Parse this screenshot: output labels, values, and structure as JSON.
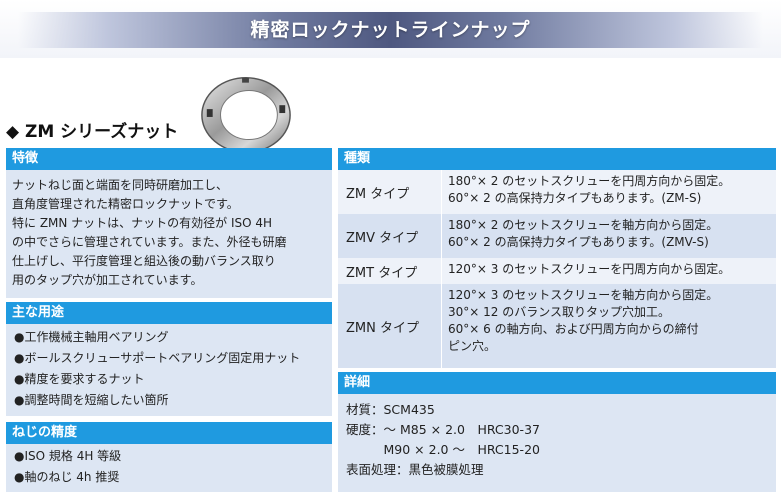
{
  "banner": {
    "title": "精密ロックナットラインナップ"
  },
  "series_title": "◆ ZM シリーズナット",
  "features": {
    "header": "特徴",
    "lines": [
      "ナットねじ面と端面を同時研磨加工し、",
      "直角度管理された精密ロックナットです。",
      "特に ZMN ナットは、ナットの有効径が ISO 4H",
      "の中でさらに管理されています。また、外径も研磨",
      "仕上げし、平行度管理と組込後の動バランス取り",
      "用のタップ穴が加工されています。"
    ]
  },
  "uses": {
    "header": "主な用途",
    "items": [
      "●工作機械主軸用ベアリング",
      "●ボールスクリューサポートベアリング固定用ナット",
      "●精度を要求するナット",
      "●調整時間を短縮したい箇所"
    ]
  },
  "thread": {
    "header": "ねじの精度",
    "items": [
      "●ISO 規格 4H 等級",
      "●軸のねじ 4h 推奨"
    ]
  },
  "types": {
    "header": "種類",
    "rows": [
      {
        "name": "ZM タイプ",
        "desc": [
          "180°× 2 のセットスクリューを円周方向から固定。",
          "60°× 2 の高保持力タイプもあります。(ZM-S)"
        ]
      },
      {
        "name": "ZMV タイプ",
        "desc": [
          "180°× 2 のセットスクリューを軸方向から固定。",
          "60°× 2 の高保持力タイプもあります。(ZMV-S)"
        ]
      },
      {
        "name": "ZMT タイプ",
        "desc": [
          "120°× 3 のセットスクリューを円周方向から固定。"
        ]
      },
      {
        "name": "ZMN タイプ",
        "desc": [
          "120°× 3 のセットスクリューを軸方向から固定。",
          "30°× 12 のバランス取りタップ穴加工。",
          "60°× 6 の軸方向、および円周方向からの締付",
          "ピン穴。"
        ]
      }
    ]
  },
  "details": {
    "header": "詳細",
    "lines": [
      "材質：SCM435",
      "硬度：～ M85 × 2.0　HRC30-37",
      "　　　M90 × 2.0 ～　HRC15-20",
      "表面処理：黒色被膜処理"
    ]
  },
  "colors": {
    "header_blue": "#1f9ae0",
    "panel_bg": "#dde6f3"
  }
}
